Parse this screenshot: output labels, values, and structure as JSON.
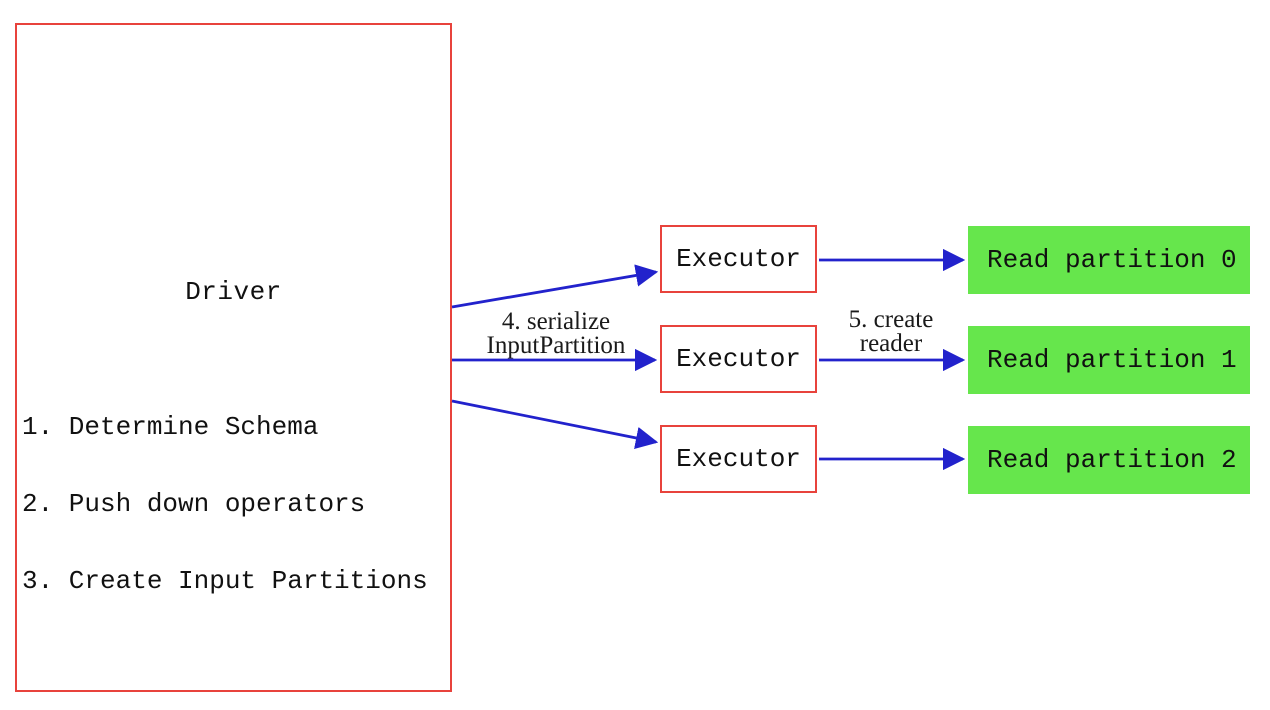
{
  "driver": {
    "title": "Driver",
    "steps": [
      "1. Determine Schema",
      "2. Push down operators",
      "3. Create Input Partitions"
    ]
  },
  "executors": [
    {
      "label": "Executor"
    },
    {
      "label": "Executor"
    },
    {
      "label": "Executor"
    }
  ],
  "partitions": [
    {
      "label": "Read partition 0"
    },
    {
      "label": "Read partition 1"
    },
    {
      "label": "Read partition 2"
    }
  ],
  "edges": {
    "serialize": {
      "line1": "4. serialize",
      "line2": "InputPartition"
    },
    "create_reader": {
      "line1": "5. create",
      "line2": "reader"
    }
  },
  "colors": {
    "red": "#e8433c",
    "blue": "#2222cc",
    "green": "#66e64c",
    "ink": "#111111",
    "bg": "#ffffff"
  }
}
